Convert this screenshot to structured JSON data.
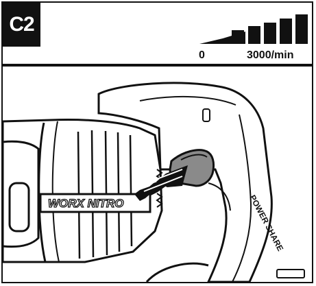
{
  "step_badge": "C2",
  "speed_scale": {
    "min_label": "0",
    "max_label": "3000/min",
    "bar_count": 6
  },
  "tool": {
    "brand_text": "WORX NITRO",
    "grip_text": "POWER SHARE"
  },
  "colors": {
    "ink": "#111111",
    "trigger_fill": "#8a8a8a",
    "paper": "#ffffff"
  }
}
